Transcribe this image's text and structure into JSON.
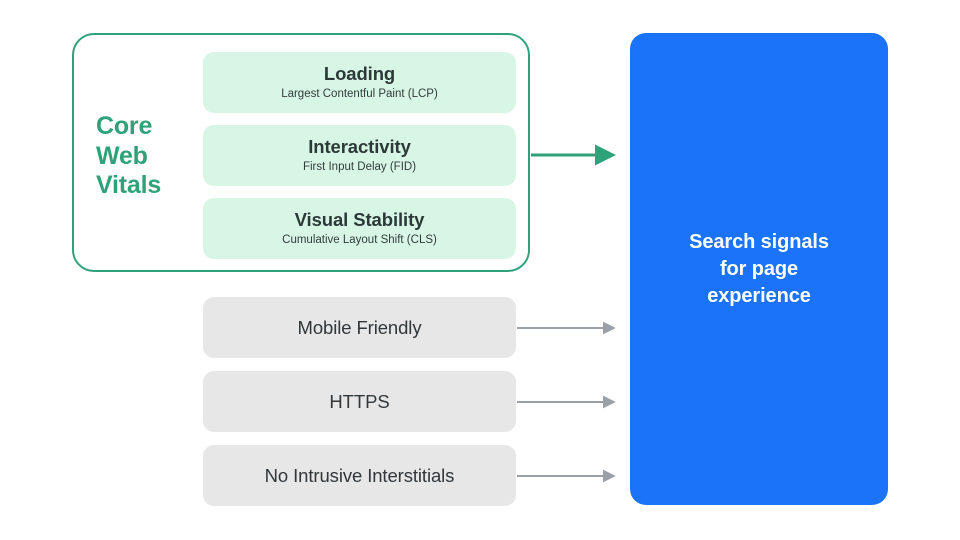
{
  "diagram": {
    "title": "Search signals for page experience",
    "colors": {
      "green_accent": "#2ea37a",
      "green_card": "#d8f6e6",
      "grey_card": "#e7e7e7",
      "blue_panel": "#1a73f8",
      "arrow_grey": "#9aa0a6",
      "text_dark": "#31373a",
      "background": "#ffffff"
    },
    "core_web_vitals": {
      "label_lines": [
        "Core",
        "Web",
        "Vitals"
      ],
      "label_text": "Core Web Vitals",
      "items": [
        {
          "title": "Loading",
          "subtitle": "Largest Contentful Paint (LCP)"
        },
        {
          "title": "Interactivity",
          "subtitle": "First Input Delay (FID)"
        },
        {
          "title": "Visual Stability",
          "subtitle": "Cumulative Layout Shift (CLS)"
        }
      ]
    },
    "other_signals": [
      {
        "label": "Mobile Friendly"
      },
      {
        "label": "HTTPS"
      },
      {
        "label": "No Intrusive Interstitials"
      }
    ],
    "destination": {
      "text": "Search signals\nfor page\nexperience"
    },
    "arrows": [
      {
        "name": "core-web-vitals-arrow",
        "color": "#2ea37a"
      },
      {
        "name": "mobile-friendly-arrow",
        "color": "#9aa0a6"
      },
      {
        "name": "https-arrow",
        "color": "#9aa0a6"
      },
      {
        "name": "no-intrusive-interstitials-arrow",
        "color": "#9aa0a6"
      }
    ]
  }
}
